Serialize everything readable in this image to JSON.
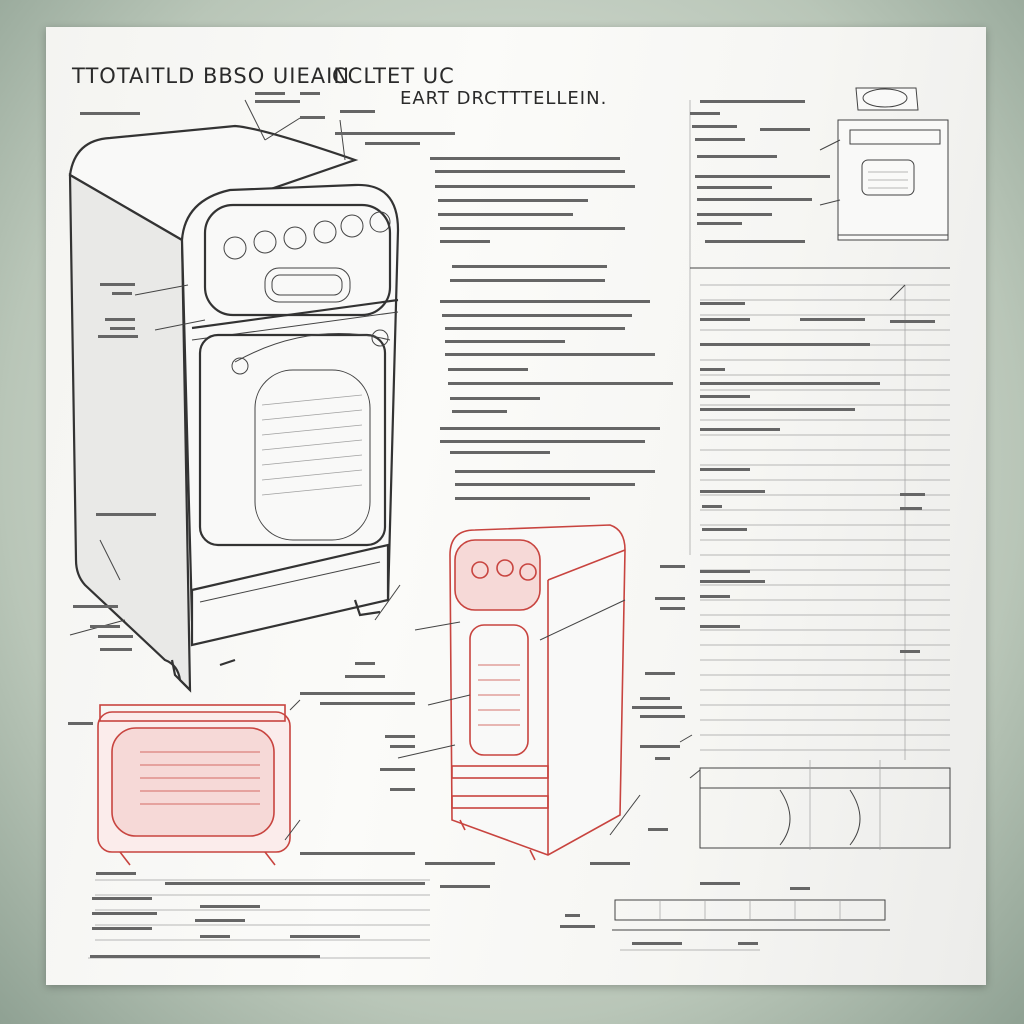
{
  "sheet": {
    "title_left": "TTOTAITLD BBSO UIEAIN",
    "title_mid": "CCLTET UC",
    "title_right": "EART DRCTTTELLEIN."
  },
  "colors": {
    "background": "#b9c6b8",
    "paper": "#f7f7f4",
    "ink": "#333333",
    "accent_red": "#c8443f"
  }
}
